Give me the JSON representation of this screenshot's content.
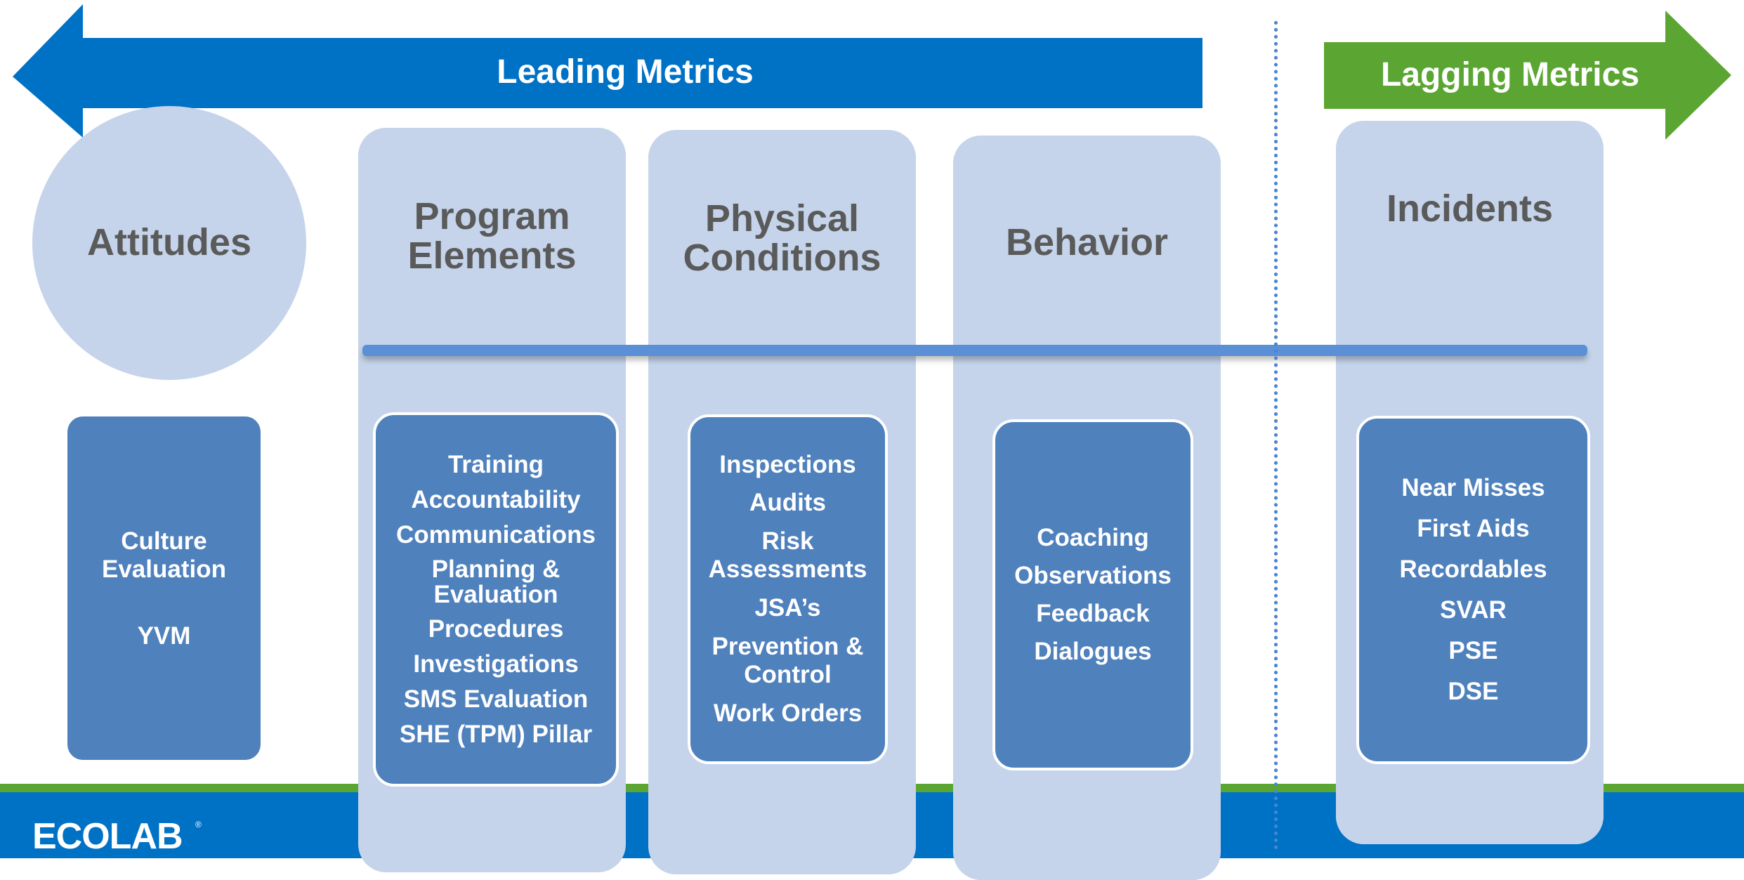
{
  "arrows": {
    "leading": {
      "label": "Leading Metrics",
      "color": "#0072c6"
    },
    "lagging": {
      "label": "Lagging Metrics",
      "color": "#5ba632"
    }
  },
  "columns": {
    "attitudes": {
      "title": "Attitudes",
      "items": [
        "Culture Evaluation",
        "YVM"
      ]
    },
    "program": {
      "title_line1": "Program",
      "title_line2": "Elements",
      "items": [
        "Training",
        "Accountability",
        "Communications",
        "Planning & Evaluation",
        "Procedures",
        "Investigations",
        "SMS Evaluation",
        "SHE (TPM) Pillar"
      ]
    },
    "physical": {
      "title_line1": "Physical",
      "title_line2": "Conditions",
      "items": [
        "Inspections",
        "Audits",
        "Risk Assessments",
        "JSA’s",
        "Prevention & Control",
        "Work Orders"
      ]
    },
    "behavior": {
      "title": "Behavior",
      "items": [
        "Coaching",
        "Observations",
        "Feedback",
        "Dialogues"
      ]
    },
    "incidents": {
      "title": "Incidents",
      "items": [
        "Near Misses",
        "First Aids",
        "Recordables",
        "SVAR",
        "PSE",
        "DSE"
      ]
    }
  },
  "footer": {
    "logo_text": "ECOLAB",
    "colors": {
      "blue": "#0072c6",
      "green": "#5ba632"
    }
  }
}
